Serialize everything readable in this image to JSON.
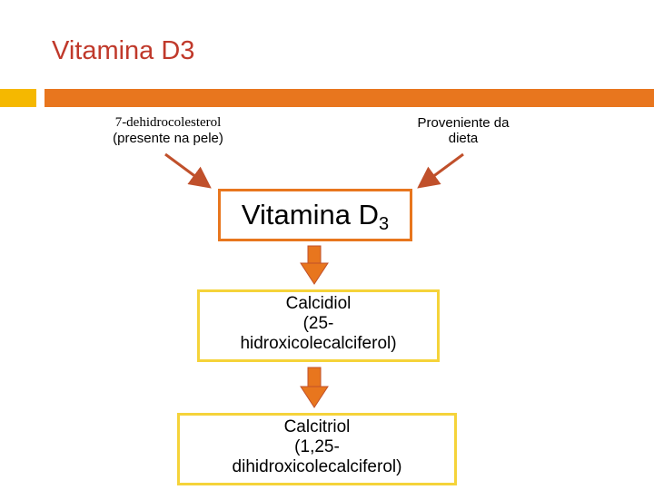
{
  "title": "Vitamina D3",
  "sources": {
    "left_line1": "7-dehidrocolesterol",
    "left_line2": "(presente na pele)",
    "right_line1": "Proveniente da",
    "right_line2": "dieta"
  },
  "nodes": {
    "vitamin_main": "Vitamina D",
    "vitamin_sub": "3",
    "calcidiol_name": "Calcidiol",
    "calcidiol_line2": "(25-",
    "calcidiol_line3": "hidroxicolecalciferol)",
    "calcitriol_name": "Calcitriol",
    "calcitriol_line2": "(1,25-",
    "calcitriol_line3": "dihidroxicolecalciferol)"
  },
  "colors": {
    "title": "#c0392b",
    "accent_orange": "#e8761e",
    "accent_yellow": "#f5b800",
    "box_yellow": "#f5d33a",
    "arrow": "#e8761e",
    "diag_arrow": "#c0502b"
  }
}
